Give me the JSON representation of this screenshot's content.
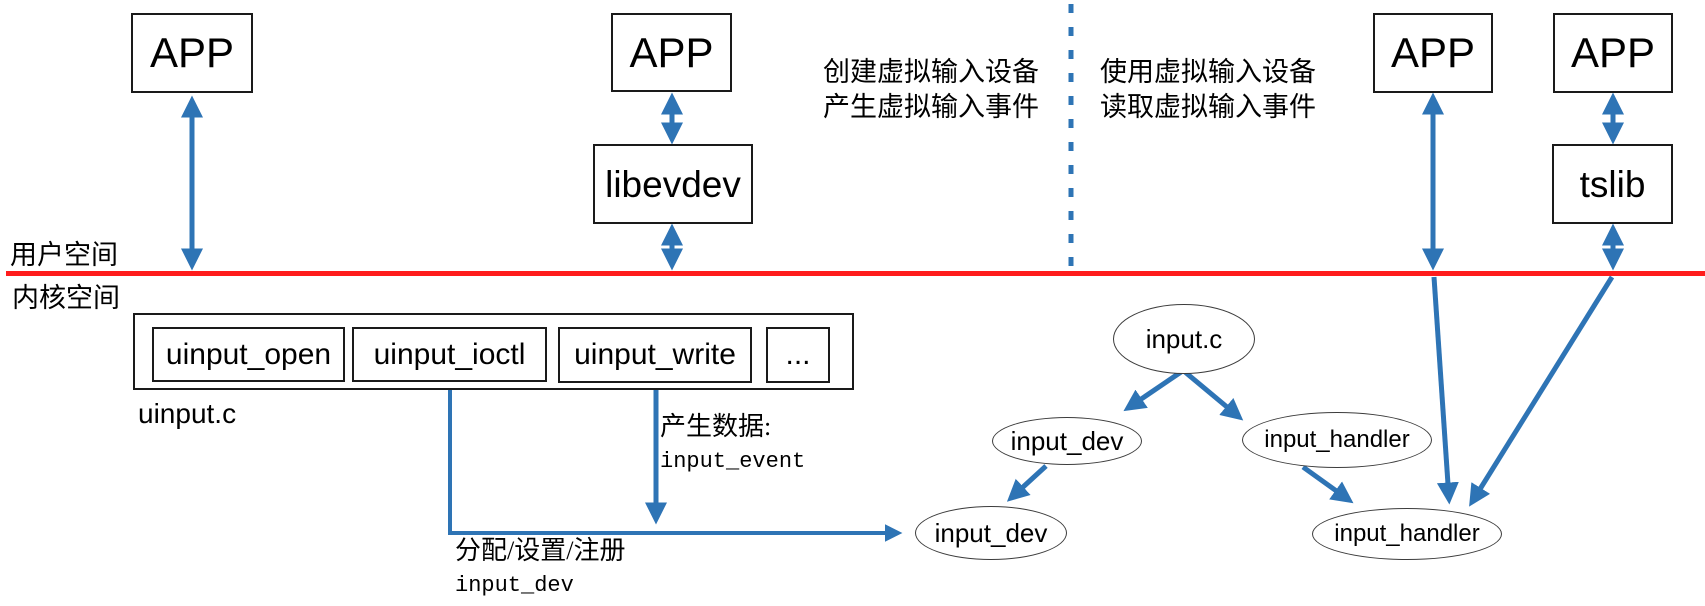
{
  "colors": {
    "arrow_blue": "#2E74B5",
    "divider_red": "#FF1C1C",
    "box_border": "#1A1A1A",
    "ellipse_border": "#3C3C3C"
  },
  "layers": {
    "user_space": "用户空间",
    "kernel_space": "内核空间"
  },
  "boxes": {
    "app1": "APP",
    "app2": "APP",
    "app3": "APP",
    "app4": "APP",
    "libevdev": "libevdev",
    "tslib": "tslib"
  },
  "uinput_module": {
    "label": "uinput.c",
    "functions": [
      "uinput_open",
      "uinput_ioctl",
      "uinput_write",
      "..."
    ]
  },
  "ellipses": {
    "input_c": "input.c",
    "input_dev_upper": "input_dev",
    "input_handler_upper": "input_handler",
    "input_dev_lower": "input_dev",
    "input_handler_lower": "input_handler"
  },
  "notes": {
    "create": [
      "创建虚拟输入设备",
      "产生虚拟输入事件"
    ],
    "use": [
      "使用虚拟输入设备",
      "读取虚拟输入事件"
    ],
    "produce": {
      "line1": "产生数据:",
      "line2": "input_event"
    },
    "alloc": {
      "line1": "分配/设置/注册",
      "line2": "input_dev"
    }
  }
}
